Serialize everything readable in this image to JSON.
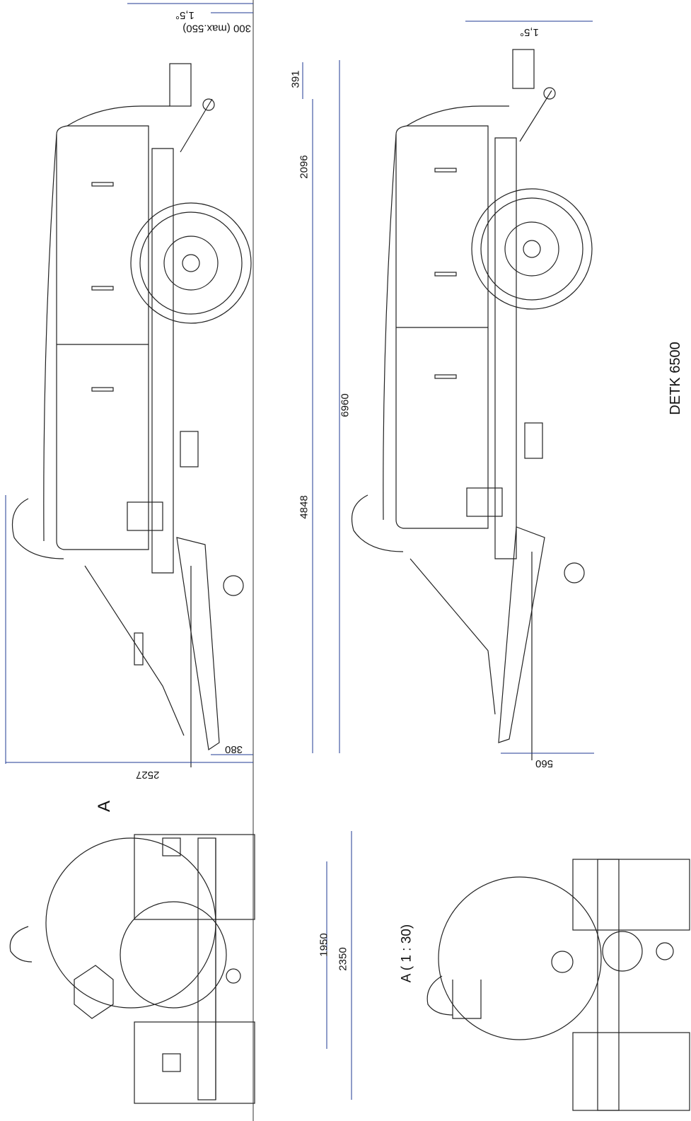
{
  "drawing": {
    "model": "DETK 6500",
    "view_label": "A",
    "section_label": "A ( 1 : 30)",
    "dimension_color": "#1f3a93",
    "line_color": "#222222",
    "dimensions": {
      "total_length": "6960",
      "front_to_axle": "4848",
      "axle_to_rear": "2096",
      "rear_overhang": "391",
      "rear_offset": "300 (max.550)",
      "angle_upper": "1,5°",
      "angle_lower": "1,5°",
      "front_offset": "380",
      "overall_height": "2527",
      "lower_width": "560",
      "track_width": "1950",
      "overall_width": "2350"
    }
  }
}
